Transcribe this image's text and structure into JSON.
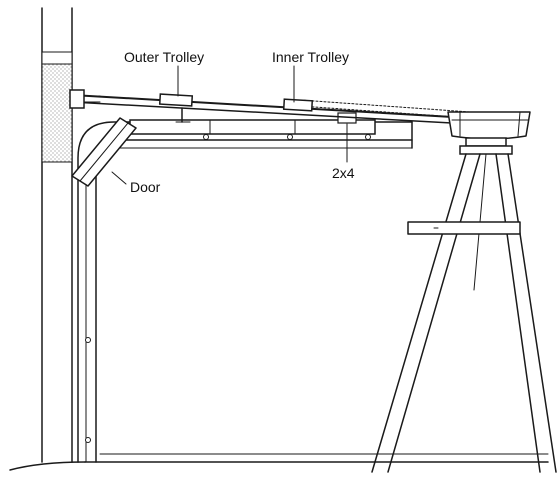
{
  "labels": {
    "outer_trolley": "Outer Trolley",
    "inner_trolley": "Inner Trolley",
    "door": "Door",
    "board": "2x4"
  },
  "colors": {
    "ink": "#1a1a1a",
    "hatch": "#8a8a8a",
    "background": "#ffffff"
  }
}
